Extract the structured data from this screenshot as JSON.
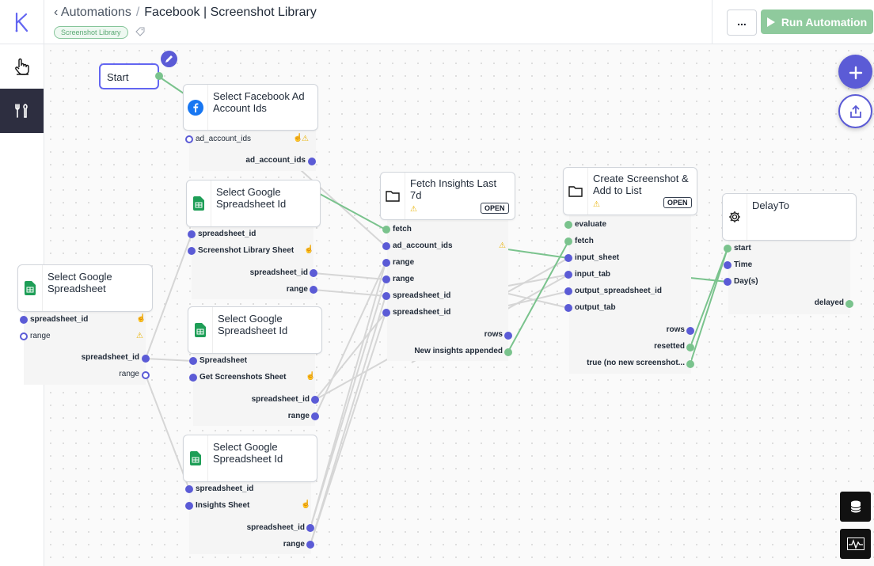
{
  "header": {
    "back_label": "Automations",
    "separator": "/",
    "title": "Facebook | Screenshot Library",
    "tag": "Screenshot Library",
    "more_label": "...",
    "run_label": "Run Automation"
  },
  "rail": {
    "items": [
      "triggers",
      "tools"
    ]
  },
  "start_label": "Start",
  "nodes": {
    "fb": {
      "title": "Select Facebook Ad Account Ids",
      "inputs": [
        "ad_account_ids"
      ],
      "outputs": [
        "ad_account_ids"
      ]
    },
    "gs1": {
      "title": "Select Google Spreadsheet Id",
      "inputs": [
        "spreadsheet_id",
        "Screenshot Library Sheet"
      ],
      "outputs": [
        "spreadsheet_id",
        "range"
      ]
    },
    "gsmain": {
      "title": "Select Google Spreadsheet",
      "inputs": [
        "spreadsheet_id",
        "range"
      ],
      "outputs": [
        "spreadsheet_id",
        "range"
      ]
    },
    "gs2": {
      "title": "Select Google Spreadsheet Id",
      "inputs": [
        "Spreadsheet",
        "Get Screenshots Sheet"
      ],
      "outputs": [
        "spreadsheet_id",
        "range"
      ]
    },
    "gs3": {
      "title": "Select Google Spreadsheet Id",
      "inputs": [
        "spreadsheet_id",
        "Insights Sheet"
      ],
      "outputs": [
        "spreadsheet_id",
        "range"
      ]
    },
    "fetch": {
      "title": "Fetch Insights Last 7d",
      "badge": "OPEN",
      "inputs": [
        "fetch",
        "ad_account_ids",
        "range",
        "range",
        "spreadsheet_id",
        "spreadsheet_id"
      ],
      "outputs": [
        "rows",
        "New insights appended"
      ]
    },
    "create": {
      "title": "Create Screenshot & Add to List",
      "badge": "OPEN",
      "inputs": [
        "evaluate",
        "fetch",
        "input_sheet",
        "input_tab",
        "output_spreadsheet_id",
        "output_tab"
      ],
      "outputs": [
        "rows",
        "resetted",
        "true (no new screenshot..."
      ]
    },
    "delay": {
      "title": "DelayTo",
      "inputs": [
        "start",
        "Time",
        "Day(s)"
      ],
      "outputs": [
        "delayed"
      ]
    }
  },
  "icons": {
    "facebook": "facebook-icon",
    "sheets": "google-sheets-icon",
    "folder": "folder-icon",
    "gear": "gear-icon",
    "warning": "warning-icon",
    "hand": "hand-pointer-icon",
    "plus": "plus-icon",
    "export": "export-icon",
    "database": "database-icon",
    "activity": "activity-icon"
  },
  "colors": {
    "accent": "#5b5bd6",
    "connected": "#7ac38d",
    "run_button": "#8fca9d",
    "facebook": "#1877f2",
    "sheets": "#1e9e57",
    "warning": "#eab308"
  }
}
